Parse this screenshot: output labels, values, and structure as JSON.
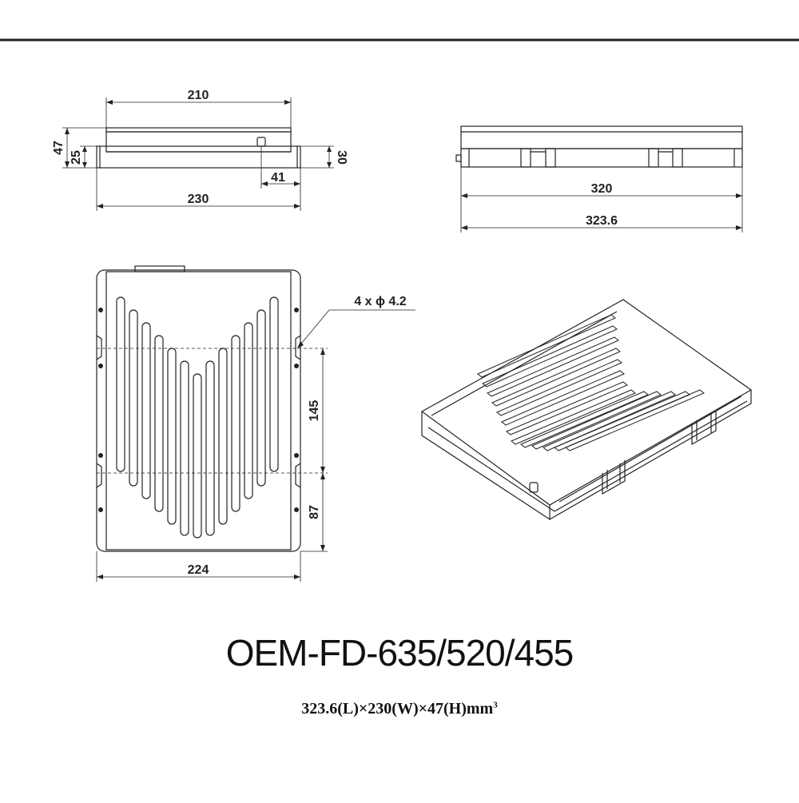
{
  "drawing": {
    "front_view": {
      "top_width": "210",
      "overall_height": "47",
      "flange_height": "25",
      "side_height": "30",
      "port_offset": "41",
      "bottom_width": "230"
    },
    "side_view": {
      "inner_length": "320",
      "overall_length": "323.6"
    },
    "top_view": {
      "hole_callout": "4 x ϕ 4.2",
      "hole_spacing_vertical": "145",
      "hole_to_bottom": "87",
      "width": "224"
    }
  },
  "product": {
    "model": "OEM-FD-635/520/455",
    "dimensions_text": "323.6(L)×230(W)×47(H)mm",
    "dimensions_superscript": "3"
  },
  "colors": {
    "line": "#222222",
    "fill": "#ffffff"
  }
}
